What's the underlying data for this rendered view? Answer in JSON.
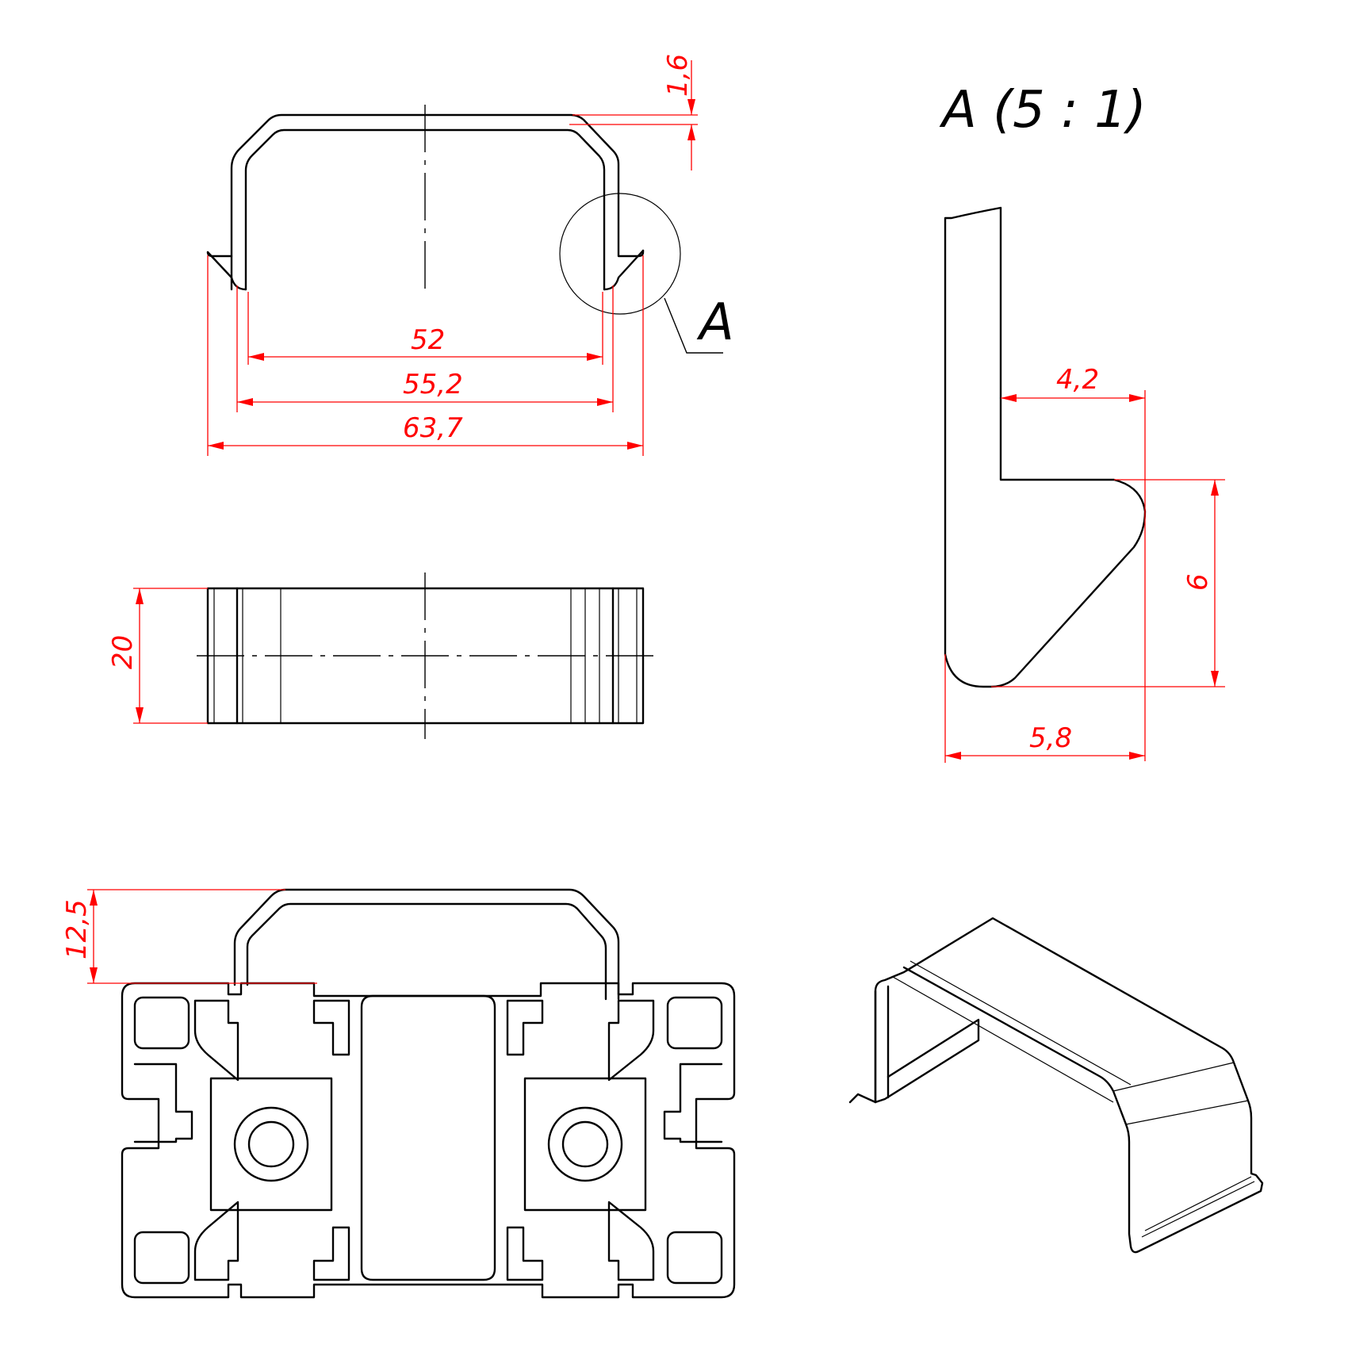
{
  "drawing": {
    "detail_label": "A",
    "detail_title": "A (5 : 1)"
  },
  "dimensions": {
    "thickness": "1,6",
    "inner_width": "52",
    "mid_width": "55,2",
    "outer_width": "63,7",
    "height": "20",
    "lip_width": "4,2",
    "lip_height": "6",
    "total_width": "5,8",
    "offset": "12,5"
  },
  "colors": {
    "outline": "#000000",
    "dimension": "#ff0000",
    "background": "#ffffff"
  }
}
